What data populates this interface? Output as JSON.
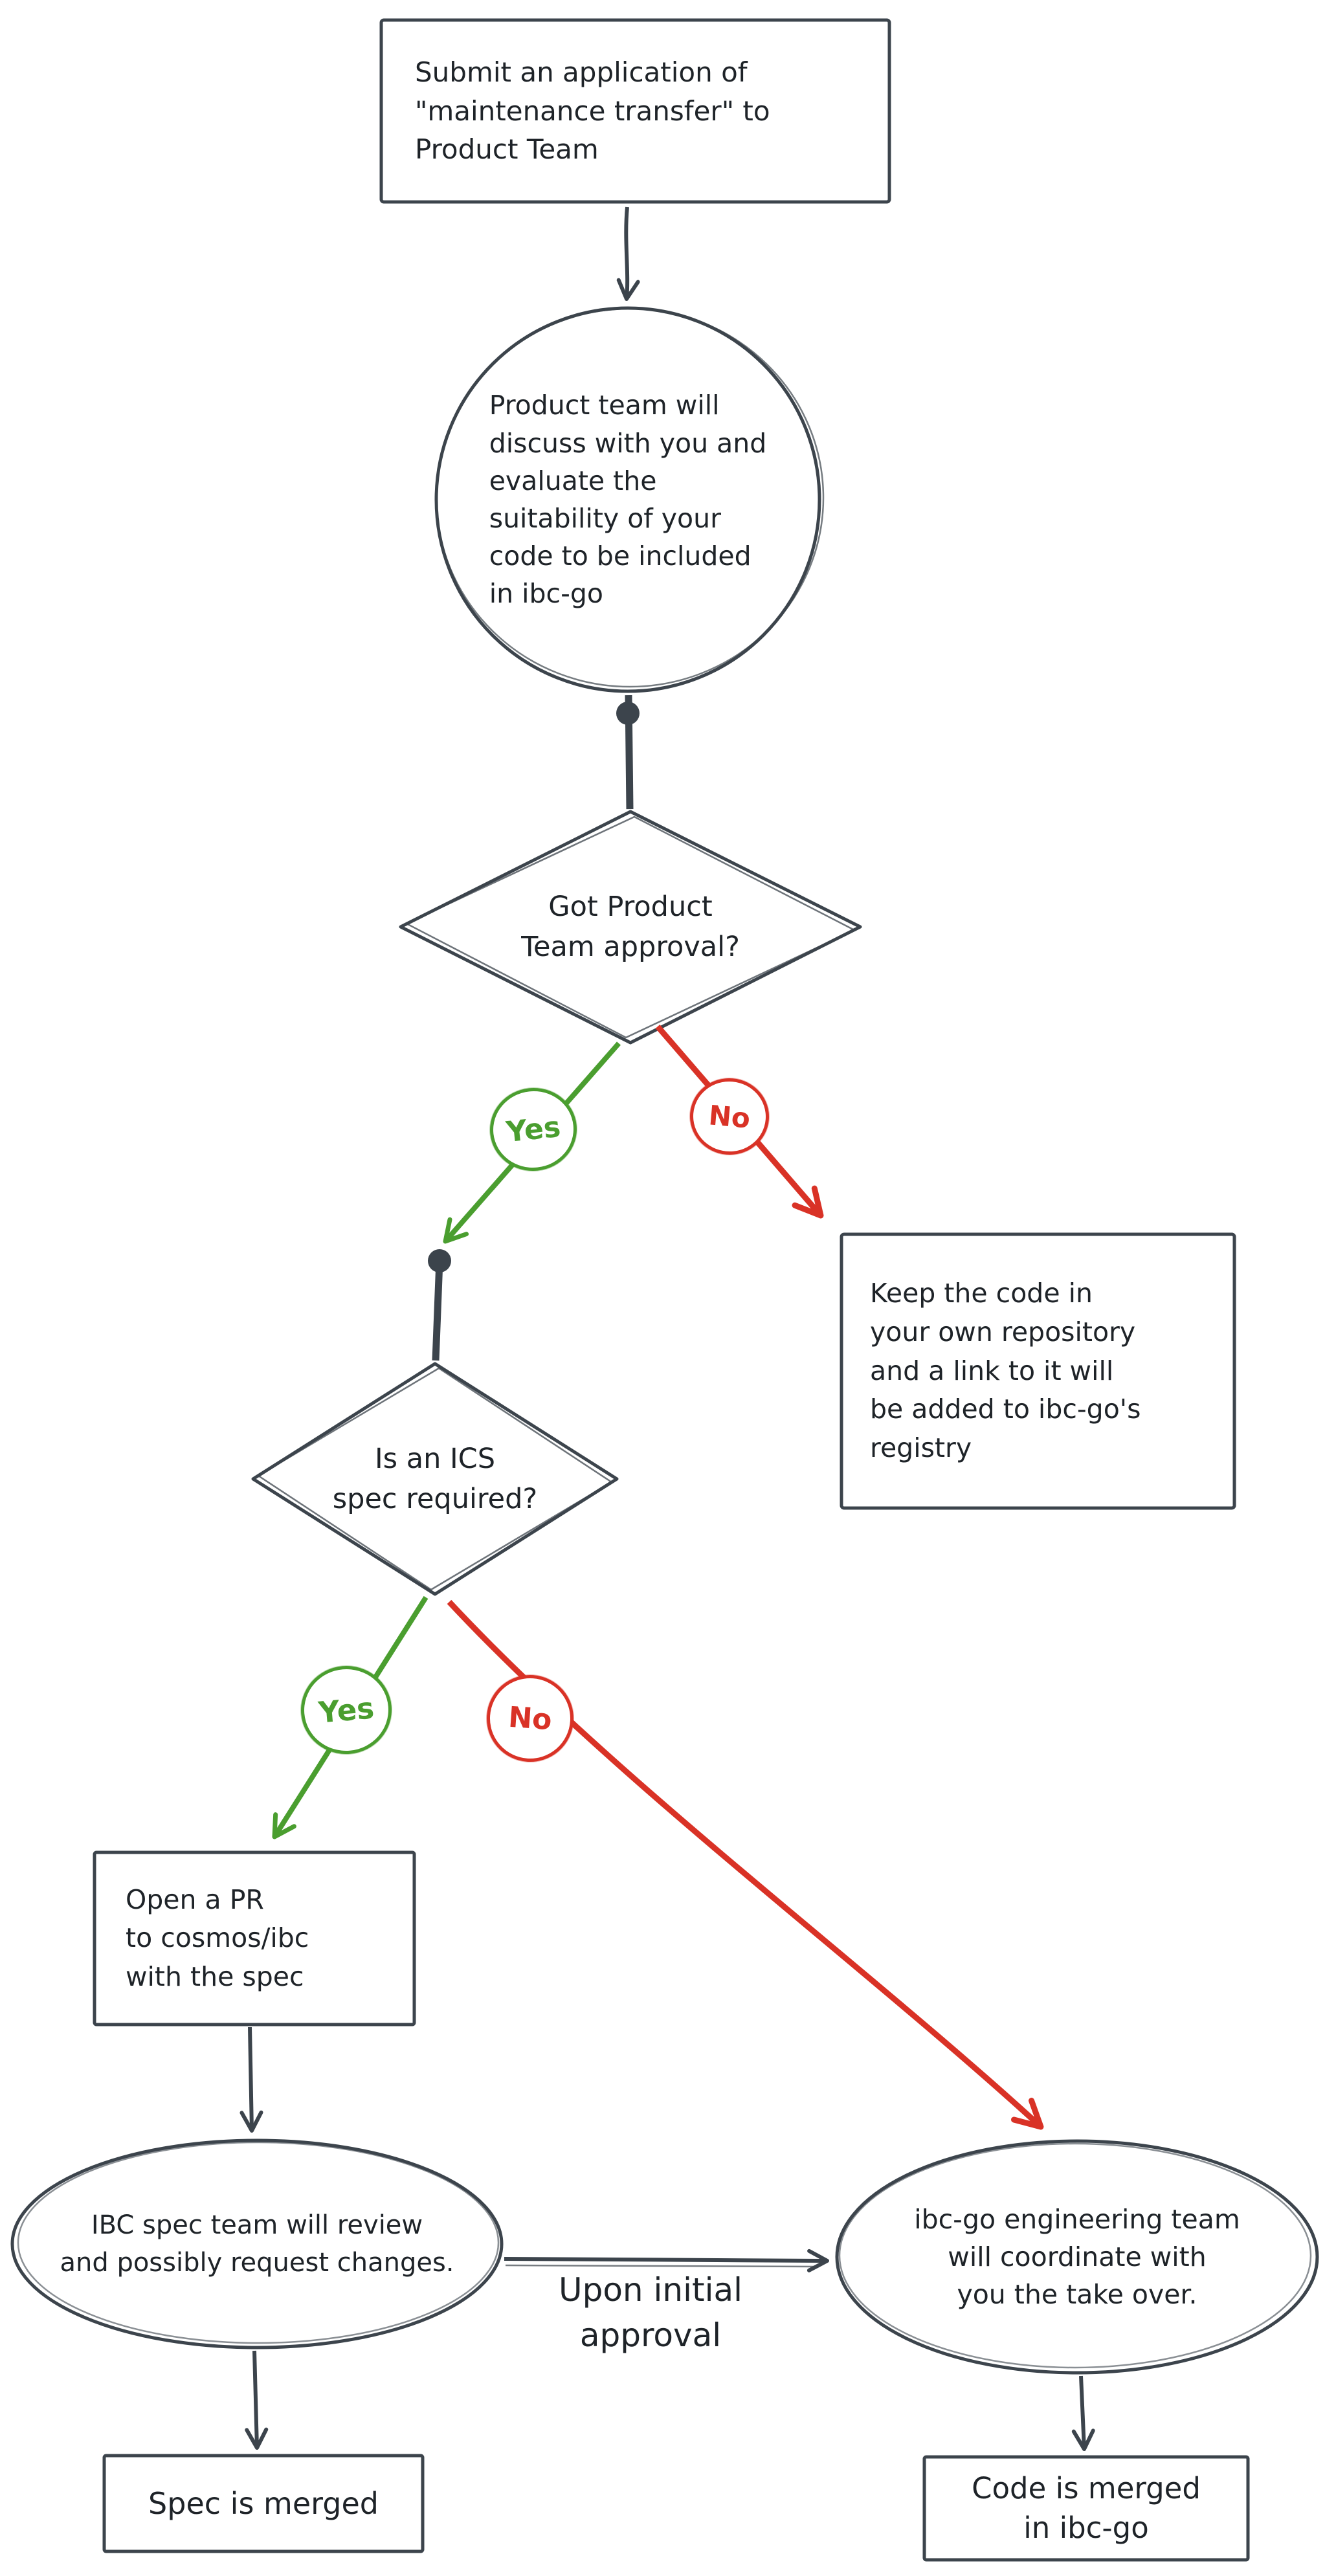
{
  "colors": {
    "stroke": "#3c444c",
    "text": "#1e2328",
    "yes_green": "#4a9e2f",
    "no_red": "#d93226",
    "background": "#ffffff"
  },
  "nodes": {
    "start": {
      "type": "rectangle",
      "text": "Submit an application of\n\"maintenance transfer\" to\nProduct Team"
    },
    "evaluate": {
      "type": "circle",
      "text": "Product team will\ndiscuss with you and\nevaluate the\nsuitability of your\ncode to be included\nin ibc-go"
    },
    "decision_product_approval": {
      "type": "diamond",
      "text": "Got Product\nTeam approval?"
    },
    "keep_code": {
      "type": "rectangle",
      "text": "Keep the code in\nyour own repository\nand a link to it will\nbe added to ibc-go's\nregistry"
    },
    "decision_ics_spec": {
      "type": "diamond",
      "text": "Is an ICS\nspec required?"
    },
    "open_pr": {
      "type": "rectangle",
      "text": "Open a PR\nto cosmos/ibc\nwith the spec"
    },
    "spec_review": {
      "type": "ellipse",
      "text": "IBC spec team will review\nand possibly request changes."
    },
    "engineering_takeover": {
      "type": "ellipse",
      "text": "ibc-go engineering team\nwill coordinate with\nyou the take over."
    },
    "spec_merged": {
      "type": "rectangle",
      "text": "Spec is merged"
    },
    "code_merged": {
      "type": "rectangle",
      "text": "Code is merged\nin ibc-go"
    }
  },
  "edge_labels": {
    "yes_product": "Yes",
    "no_product": "No",
    "yes_spec": "Yes",
    "no_spec": "No",
    "upon_initial_approval": "Upon initial\napproval"
  }
}
